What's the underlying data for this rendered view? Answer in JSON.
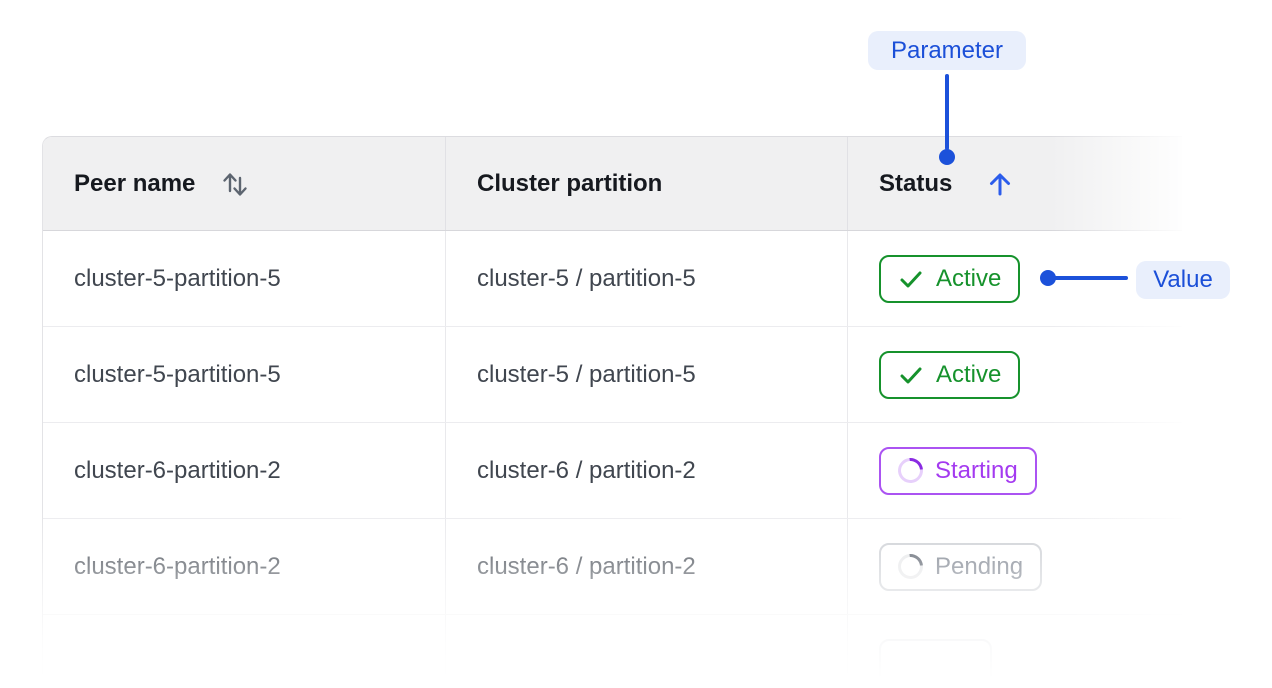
{
  "annotations": {
    "parameter_label": "Parameter",
    "value_label": "Value",
    "accent_blue": "#1c51da",
    "pill_background": "#e9effc"
  },
  "table": {
    "columns": [
      {
        "label": "Peer name",
        "sort_icon": "sort-both-icon",
        "sorted": false
      },
      {
        "label": "Cluster partition",
        "sort_icon": null,
        "sorted": false
      },
      {
        "label": "Status",
        "sort_icon": "sort-ascending-icon",
        "sorted": true
      }
    ],
    "rows": [
      {
        "peer_name": "cluster-5-partition-5",
        "cluster_partition": "cluster-5 / partition-5",
        "status": "Active",
        "status_kind": "active"
      },
      {
        "peer_name": "cluster-5-partition-5",
        "cluster_partition": "cluster-5 / partition-5",
        "status": "Active",
        "status_kind": "active"
      },
      {
        "peer_name": "cluster-6-partition-2",
        "cluster_partition": "cluster-6 / partition-2",
        "status": "Starting",
        "status_kind": "starting"
      },
      {
        "peer_name": "cluster-6-partition-2",
        "cluster_partition": "cluster-6 / partition-2",
        "status": "Pending",
        "status_kind": "pending"
      },
      {
        "peer_name": "",
        "cluster_partition": "",
        "status": "",
        "status_kind": "pending"
      }
    ],
    "status_colors": {
      "active": "#16922c",
      "starting": "#a43af0",
      "pending": "#757c88"
    }
  }
}
